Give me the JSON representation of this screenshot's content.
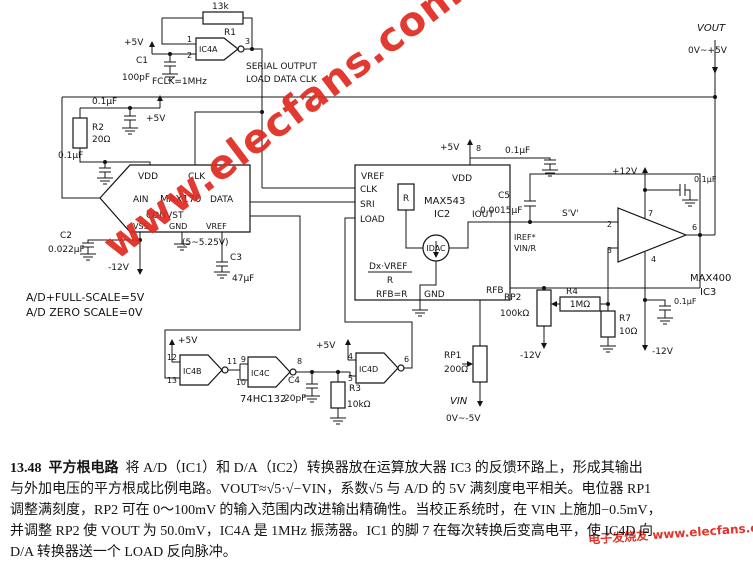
{
  "watermarks": {
    "diagonal": "www.elecfans.com",
    "corner": "电子发烧友 www.elecfans.com",
    "color": "#e02a20"
  },
  "caption": {
    "num": "13.48",
    "title": "平方根电路",
    "line1_rest": "将 A/D（IC1）和 D/A（IC2）转换器放在运算放大器 IC3 的反馈环路上，形成其输出",
    "line2": "与外加电压的平方根成比例电路。VOUT≈√5·√−VIN，系数√5 与 A/D 的 5V 满刻度电平相关。电位器 RP1",
    "line3": "调整满刻度，RP2 可在 0～100mV 的输入范围内改进输出精确性。当校正系统时，在 VIN 上施加−0.5mV，",
    "line4": "并调整 RP2 使 VOUT 为 50.0mV，IC4A 是 1MHz 振荡器。IC1 的脚 7 在每次转换后变高电平，使 IC4D 向",
    "line5": "D/A 转换器送一个 LOAD 反向脉冲。"
  },
  "osc": {
    "r1_value": "13k",
    "r1_name": "R1",
    "vcc": "+5V",
    "gate": "IC4A",
    "pin1": "1",
    "pin2": "2",
    "pin3": "3",
    "c1_name": "C1",
    "c1_value": "100pF",
    "fclk": "FCLK=1MHz",
    "serial_output": "SERIAL OUTPUT",
    "load_data_clk": "LOAD DATA CLK"
  },
  "output": {
    "vout": "VOUT",
    "range": "0V~+5V"
  },
  "supply_left": {
    "r2_name": "R2",
    "r2_value": "20Ω",
    "cap1": "0.1μF",
    "vcc": "+5V",
    "cap2": "0.1μF"
  },
  "ic1": {
    "vdd": "VDD",
    "clk": "CLK",
    "ain": "AIN",
    "part": "MAX170",
    "data": "DATA",
    "convst": "CONVST",
    "vref_range": "(5~5.25V)",
    "vss": "VSS",
    "gnd": "GND",
    "vref": "VREF",
    "c2_name": "C2",
    "c2_value": "0.022μF",
    "vee": "-12V",
    "c3_name": "C3",
    "c3_value": "47μF",
    "fullscale": "A/D+FULL-SCALE=5V",
    "zeroscale": "A/D ZERO SCALE=0V"
  },
  "ic2": {
    "vref": "VREF",
    "r_int": "R",
    "clk": "CLK",
    "sri": "SRI",
    "load": "LOAD",
    "vdd": "VDD",
    "pin8": "8",
    "part": "MAX543",
    "name": "IC2",
    "idac": "IDAC",
    "iout": "IOUT",
    "iref_note1": "IREF*",
    "iref_note2": "VIN/R",
    "dx_num": "Dx·VREF",
    "dx_den": "R",
    "rfb_eq": "RFB=R",
    "gnd": "GND",
    "rfb": "RFB",
    "vcc": "+5V",
    "cap": "0.1μF",
    "c5_name": "C5",
    "c5_value": "0.0015μF"
  },
  "ic3": {
    "sv": "S'V'",
    "vcc": "+12V",
    "cap_top": "0.1μF",
    "pin2": "2",
    "pin3": "3",
    "pin7": "7",
    "pin4": "4",
    "pin6": "6",
    "part": "MAX400",
    "name": "IC3",
    "cap_bot": "0.1μF",
    "vee": "-12V",
    "r4_name": "R4",
    "r4_value": "1MΩ",
    "rp2_name": "RP2",
    "rp2_value": "100kΩ",
    "rp2_vee": "-12V",
    "r7_name": "R7",
    "r7_value": "10Ω"
  },
  "input": {
    "rp1_name": "RP1",
    "rp1_value": "200Ω",
    "vin": "VIN",
    "range": "0V~-5V"
  },
  "gates": {
    "vcc_b": "+5V",
    "ic4b": "IC4B",
    "b_pin12": "12",
    "b_pin13": "13",
    "b_pin11": "11",
    "ic4c": "IC4C",
    "c_pin9": "9",
    "c_pin10": "10",
    "c_pin8": "8",
    "part": "74HC132",
    "vcc_d": "+5V",
    "ic4d": "IC4D",
    "d_pin4": "4",
    "d_pin5": "5",
    "d_pin6": "6",
    "c4_name": "C4",
    "c4_value": "20pF",
    "r3_name": "R3",
    "r3_value": "10kΩ"
  }
}
